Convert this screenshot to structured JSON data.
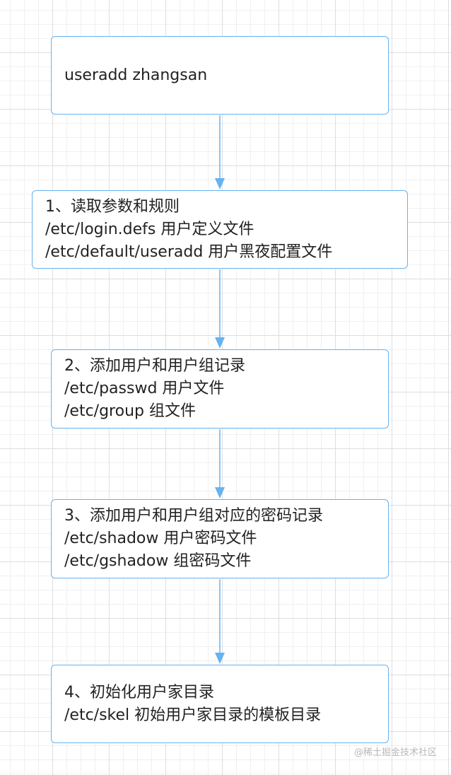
{
  "diagram": {
    "edge_color": "#66b3f0",
    "steps": [
      {
        "lines": [
          "useradd zhangsan"
        ]
      },
      {
        "lines": [
          "1、读取参数和规则",
          "/etc/login.defs 用户定义文件",
          "/etc/default/useradd 用户黑夜配置文件"
        ]
      },
      {
        "lines": [
          "2、添加用户和用户组记录",
          "/etc/passwd 用户文件",
          "/etc/group 组文件"
        ]
      },
      {
        "lines": [
          "3、添加用户和用户组对应的密码记录",
          "/etc/shadow 用户密码文件",
          "/etc/gshadow 组密码文件"
        ]
      },
      {
        "lines": [
          "4、初始化用户家目录",
          "/etc/skel 初始用户家目录的模板目录"
        ]
      }
    ]
  },
  "watermark": "@稀土掘金技术社区"
}
